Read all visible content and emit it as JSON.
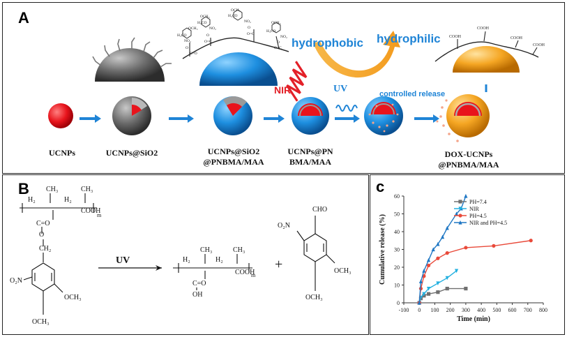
{
  "panel_a": {
    "letter": "A",
    "labels": {
      "ucnps": "UCNPs",
      "ucnps_sio2": "UCNPs@SiO2",
      "ucnps_sio2_pnbma_l1": "UCNPs@SiO2",
      "ucnps_sio2_pnbma_l2": "@PNBMA/MAA",
      "ucnps_pn_l1": "UCNPs@PN",
      "ucnps_pn_l2": "BMA/MAA",
      "dox_l1": "DOX-UCNPs",
      "dox_l2": "@PNBMA/MAA"
    },
    "nir": "NIR",
    "uv": "UV",
    "hydrophobic": "hydrophobic",
    "hydrophilic": "hydrophilic",
    "controlled_release": "controlled release",
    "cooh": "COOH",
    "chem_labels": {
      "och3": "OCH3",
      "h3co": "H3CO",
      "no2": "NO2",
      "o": "O",
      "c": "C",
      "h": "H"
    },
    "colors": {
      "red_core": "#e8141c",
      "gray_shell": "#777777",
      "blue_shell": "#1e8fe0",
      "orange_shell": "#f5a623",
      "arrow_blue": "#1f84d6",
      "nir_red": "#e32028"
    }
  },
  "panel_b": {
    "letter": "B",
    "uv": "UV",
    "plus": "+",
    "atoms": {
      "h2": "H2",
      "ch3": "CH3",
      "c": "C",
      "o": "O",
      "cooh": "COOH",
      "oh": "OH",
      "no2": "O2N",
      "och3": "OCH3",
      "cho": "CHO",
      "m": "m"
    }
  },
  "panel_c": {
    "letter": "c"
  },
  "chart_data": {
    "type": "line",
    "xlabel": "Time (min)",
    "ylabel": "Cumulative release (%)",
    "xlim": [
      -100,
      800
    ],
    "ylim": [
      0,
      60
    ],
    "xticks": [
      "-100",
      "0",
      "100",
      "200",
      "300",
      "400",
      "500",
      "600",
      "700",
      "800"
    ],
    "yticks": [
      "0",
      "10",
      "20",
      "30",
      "40",
      "50",
      "60"
    ],
    "grid": false,
    "legend_position": "top-right",
    "series": [
      {
        "name": "PH=7.4",
        "color": "#707070",
        "marker": "square",
        "x": [
          0,
          10,
          30,
          60,
          120,
          180,
          300
        ],
        "y": [
          0,
          2.5,
          4,
          5,
          6,
          8,
          8
        ]
      },
      {
        "name": "NIR",
        "color": "#22b0e0",
        "marker": "triangle-down",
        "x": [
          0,
          10,
          30,
          60,
          120,
          180,
          240
        ],
        "y": [
          0,
          3,
          5,
          8,
          11,
          14,
          18
        ]
      },
      {
        "name": "PH=4.5",
        "color": "#e94a3a",
        "marker": "circle",
        "x": [
          0,
          10,
          30,
          60,
          120,
          180,
          300,
          480,
          720
        ],
        "y": [
          0,
          8,
          15,
          21,
          25,
          28,
          31,
          32,
          35
        ]
      },
      {
        "name": "NIR and PH=4.5",
        "color": "#1f77c4",
        "marker": "triangle-up",
        "x": [
          0,
          10,
          30,
          60,
          90,
          120,
          150,
          180,
          240,
          270,
          300
        ],
        "y": [
          0,
          12,
          18,
          24,
          30,
          33,
          37,
          42,
          50,
          53,
          60
        ]
      }
    ]
  }
}
